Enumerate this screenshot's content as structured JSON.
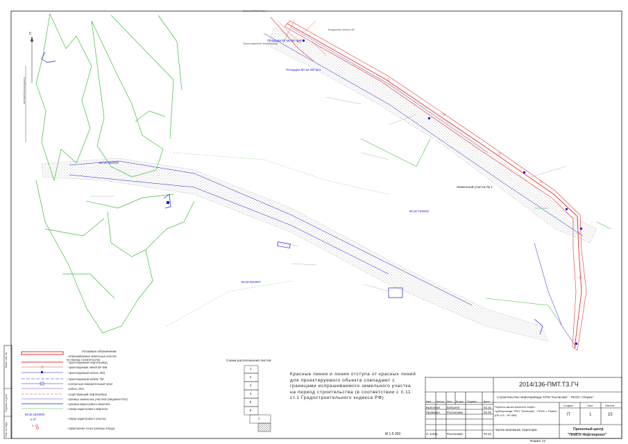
{
  "plan": {
    "axis_north": "С",
    "labels_top": [
      "Канал (отбойника) 1",
      "Воздушная линия 6 кВ",
      "Проектируемый нефтепровод",
      "Площадка ВН км 000 ф.Н.",
      "Площадка КУ км 000 ф.Н."
    ],
    "parcels": [
      "59:13:7060200",
      "59:13:7100226",
      "59:32:0310007"
    ],
    "plot_label": "Земельный участок № 1",
    "scale": "М 1:5 000",
    "left_road_label": "Автомобильная дорога"
  },
  "legend": {
    "title": "Условные обозначения",
    "items": [
      "- испрашиваемые земельные участки",
      "  на период строительства",
      "- проектируемый нефтепровод",
      "- проектируемая линия ВЛ 6кВ",
      "- проектируемый кабель ЭХЗ",
      "- проектируемый кабель ТМ",
      "- контрольно-измерительный пункт",
      "- кабель ЭХЗ",
      "- существующий нефтепровод",
      "- граница земельных участков (сведения ГКН)",
      "- граница кадастрового квартала",
      "- номер кадастрового квартала",
      "- номер кадастрового участка",
      "- характерная точка границы отвода"
    ],
    "parcel_example": "59:32:1640006",
    "parcel_point": "н.37",
    "point_sample": "н. 37"
  },
  "sheet_scheme": {
    "title": "Схема расположения листов",
    "sheets": [
      "1",
      "2",
      "3",
      "4",
      "5",
      "6",
      "7"
    ]
  },
  "red_note": "Красные линии и линии отступа от красных линий для проектируемого объекта совпадают с границами испрашиваемого земельного участка на период строительства (в соответствии с п.11 ст.1 Градостроительного кодекса РФ)",
  "title_block": {
    "code": "2014/136-ПМТ.ТЗ.ГЧ",
    "project": "Строительство нефтепровода \"НПН \"Кыласово\" - ПНОС г.Пермь\"",
    "object_desc_1": "Перенос магистрального нефте-",
    "object_desc_2": "трубопровода \"НПН \"Кыласово\" - ПНОС г. Пермь\"",
    "object_desc_3": "(ПК 0+0 - ПК 589)",
    "drawing_name": "Чертеж межевания территории",
    "stage_head": "Стадия",
    "sheet_head": "Лист",
    "sheets_head": "Листов",
    "stage": "П",
    "sheet": "1",
    "sheets": "15",
    "org_1": "Проектный центр",
    "org_2": "\"ПНИПУ-Нефтепроект\"",
    "cols": [
      "Изм.",
      "Кол.уч",
      "Лист",
      "№ док.",
      "Подпись",
      "Дата"
    ],
    "rows": [
      {
        "role": "Выполнил",
        "name": "Бобылев",
        "date": "03.15"
      },
      {
        "role": "Проверил",
        "name": "Россихзова",
        "date": "03.15"
      },
      {
        "role": "Н. контр.",
        "name": "Россихзова",
        "date": "03.15"
      }
    ],
    "format": "Формат А2"
  },
  "stamp_left": {
    "cells": [
      "Взам. инв. №",
      "Подпись и дата",
      "Инв. № подл."
    ]
  },
  "colors": {
    "green": "#3bbb3b",
    "red": "#e23030",
    "blue": "#1a1ad8",
    "grey": "#9a9a9a"
  }
}
